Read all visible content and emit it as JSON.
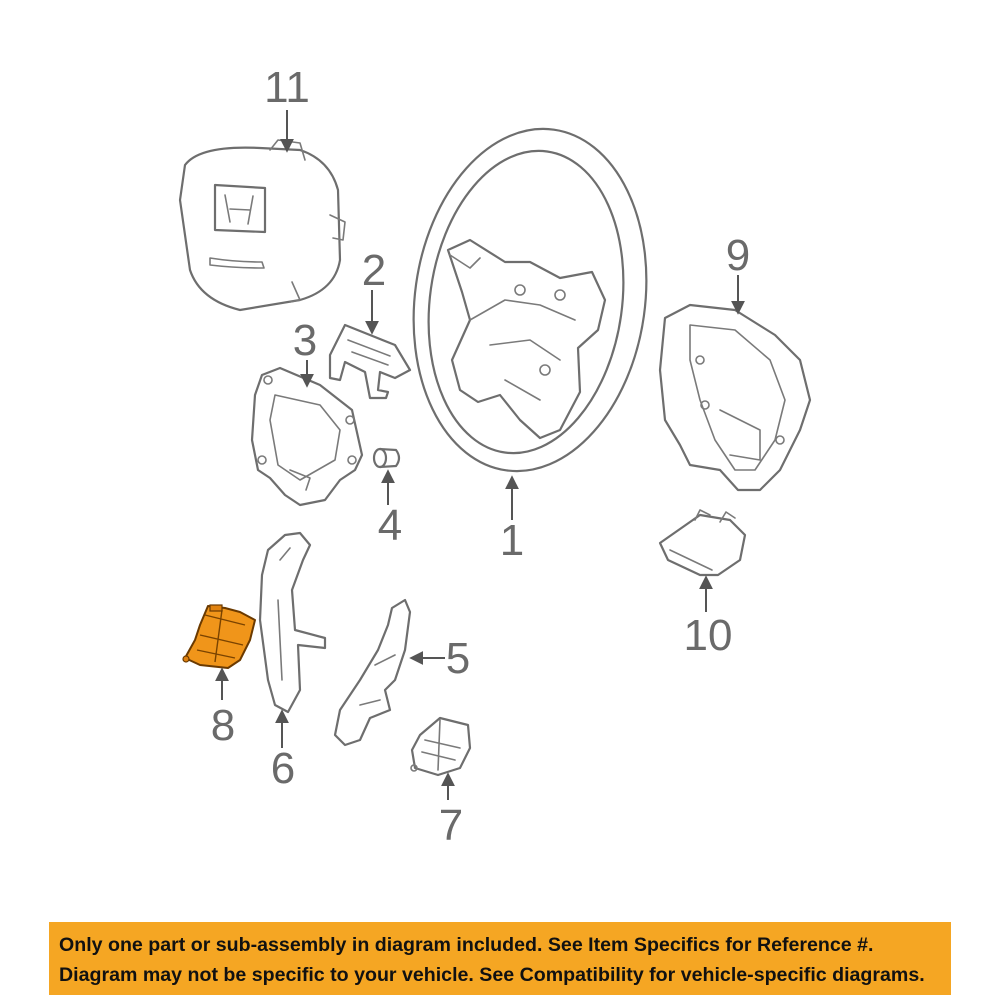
{
  "callouts": {
    "p1": "1",
    "p2": "2",
    "p3": "3",
    "p4": "4",
    "p5": "5",
    "p6": "6",
    "p7": "7",
    "p8": "8",
    "p9": "9",
    "p10": "10",
    "p11": "11"
  },
  "notice": {
    "line1": "Only one part or sub-assembly in diagram included. See Item Specifics for Reference #.",
    "line2": "Diagram may not be specific to your vehicle. See Compatibility for vehicle-specific diagrams."
  },
  "colors": {
    "highlight_part": "#f0951a",
    "notice_background": "#f5a623",
    "line_art": "#6e6e6e"
  }
}
